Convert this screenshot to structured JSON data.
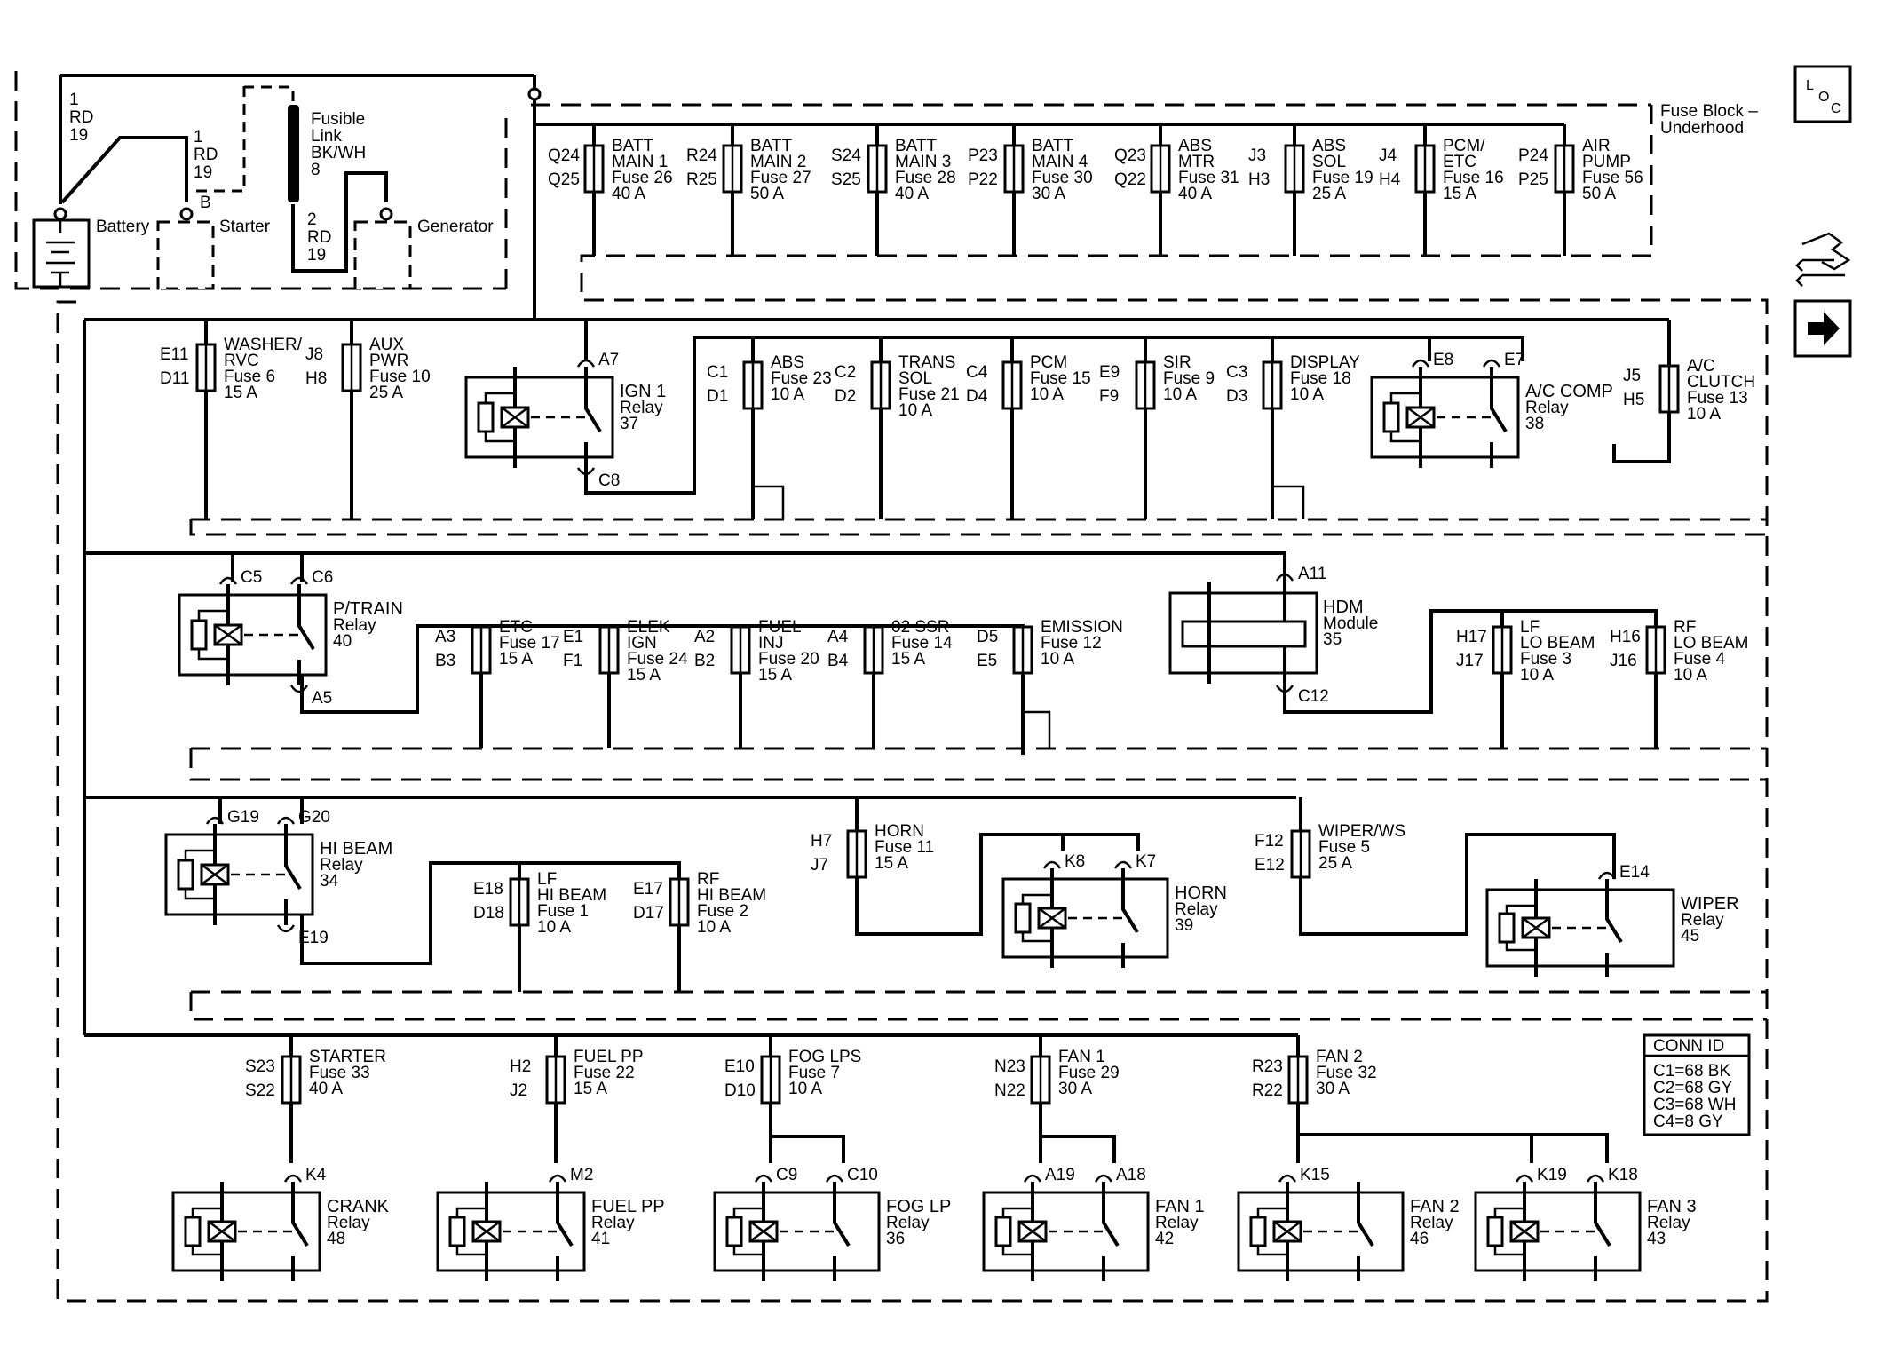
{
  "header": {
    "loc_icon": "loc-icon",
    "fuse_block_label": "Fuse Block –",
    "fuse_block_label_2": "Underhood"
  },
  "power": {
    "battery": "Battery",
    "starter": "Starter",
    "generator": "Generator",
    "fusible_link_1": "Fusible",
    "fusible_link_2": "Link",
    "fusible_link_3": "BK/WH",
    "fusible_link_4": "8",
    "wire_a_1": "1",
    "wire_a_2": "RD",
    "wire_a_3": "19",
    "wire_b_1": "1",
    "wire_b_2": "RD",
    "wire_b_3": "19",
    "wire_c_1": "2",
    "wire_c_2": "RD",
    "wire_c_3": "19",
    "starter_term": "B"
  },
  "top_fuses": [
    {
      "in": "Q24",
      "out": "Q25",
      "l1": "BATT",
      "l2": "MAIN 1",
      "l3": "Fuse 26",
      "l4": "40 A"
    },
    {
      "in": "R24",
      "out": "R25",
      "l1": "BATT",
      "l2": "MAIN 2",
      "l3": "Fuse 27",
      "l4": "50 A"
    },
    {
      "in": "S24",
      "out": "S25",
      "l1": "BATT",
      "l2": "MAIN 3",
      "l3": "Fuse 28",
      "l4": "40 A"
    },
    {
      "in": "P23",
      "out": "P22",
      "l1": "BATT",
      "l2": "MAIN 4",
      "l3": "Fuse 30",
      "l4": "30 A"
    },
    {
      "in": "Q23",
      "out": "Q22",
      "l1": "ABS",
      "l2": "MTR",
      "l3": "Fuse 31",
      "l4": "40 A"
    },
    {
      "in": "J3",
      "out": "H3",
      "l1": "ABS",
      "l2": "SOL",
      "l3": "Fuse 19",
      "l4": "25 A"
    },
    {
      "in": "J4",
      "out": "H4",
      "l1": "PCM/",
      "l2": "ETC",
      "l3": "Fuse 16",
      "l4": "15 A"
    },
    {
      "in": "P24",
      "out": "P25",
      "l1": "AIR",
      "l2": "PUMP",
      "l3": "Fuse 56",
      "l4": "50 A"
    }
  ],
  "row1": {
    "washer": {
      "in": "E11",
      "out": "D11",
      "l1": "WASHER/",
      "l2": "RVC",
      "l3": "Fuse 6",
      "l4": "15 A"
    },
    "aux": {
      "in": "J8",
      "out": "H8",
      "l1": "AUX",
      "l2": "PWR",
      "l3": "Fuse 10",
      "l4": "25 A"
    },
    "ign_relay": {
      "l1": "IGN 1",
      "l2": "Relay",
      "l3": "37",
      "p1": "A7",
      "p2": "C8"
    },
    "abs": {
      "in": "C1",
      "out": "D1",
      "l1": "ABS",
      "l2": "Fuse 23",
      "l3": "10 A"
    },
    "trans": {
      "in": "C2",
      "out": "D2",
      "l1": "TRANS",
      "l2": "SOL",
      "l3": "Fuse 21",
      "l4": "10 A"
    },
    "pcm": {
      "in": "C4",
      "out": "D4",
      "l1": "PCM",
      "l2": "Fuse 15",
      "l3": "10 A"
    },
    "sir": {
      "in": "E9",
      "out": "F9",
      "l1": "SIR",
      "l2": "Fuse 9",
      "l3": "10 A"
    },
    "display": {
      "in": "C3",
      "out": "D3",
      "l1": "DISPLAY",
      "l2": "Fuse 18",
      "l3": "10 A"
    },
    "ac_comp_relay": {
      "l1": "A/C COMP",
      "l2": "Relay",
      "l3": "38",
      "p1": "E8",
      "p2": "E7"
    },
    "ac_clutch": {
      "in": "J5",
      "out": "H5",
      "l1": "A/C",
      "l2": "CLUTCH",
      "l3": "Fuse 13",
      "l4": "10 A"
    }
  },
  "row2": {
    "ptrain_relay": {
      "l1": "P/TRAIN",
      "l2": "Relay",
      "l3": "40",
      "p1": "C5",
      "p2": "C6",
      "p3": "A5"
    },
    "etc": {
      "in": "A3",
      "out": "B3",
      "l1": "ETC",
      "l2": "Fuse 17",
      "l3": "15 A"
    },
    "elek": {
      "in": "E1",
      "out": "F1",
      "l1": "ELEK",
      "l2": "IGN",
      "l3": "Fuse 24",
      "l4": "15 A"
    },
    "fuel_inj": {
      "in": "A2",
      "out": "B2",
      "l1": "FUEL",
      "l2": "INJ",
      "l3": "Fuse 20",
      "l4": "15 A"
    },
    "o2": {
      "in": "A4",
      "out": "B4",
      "l1": "02 SSR",
      "l2": "Fuse 14",
      "l3": "15 A"
    },
    "emission": {
      "in": "D5",
      "out": "E5",
      "l1": "EMISSION",
      "l2": "Fuse 12",
      "l3": "10 A"
    },
    "hdm": {
      "l1": "HDM",
      "l2": "Module",
      "l3": "35",
      "p1": "A11",
      "p2": "C12"
    },
    "lf_lo": {
      "in": "H17",
      "out": "J17",
      "l1": "LF",
      "l2": "LO BEAM",
      "l3": "Fuse 3",
      "l4": "10 A"
    },
    "rf_lo": {
      "in": "H16",
      "out": "J16",
      "l1": "RF",
      "l2": "LO BEAM",
      "l3": "Fuse 4",
      "l4": "10 A"
    }
  },
  "row3": {
    "hibeam_relay": {
      "l1": "HI BEAM",
      "l2": "Relay",
      "l3": "34",
      "p1": "G19",
      "p2": "G20",
      "p3": "E19"
    },
    "lf_hi": {
      "in": "E18",
      "out": "D18",
      "l1": "LF",
      "l2": "HI BEAM",
      "l3": "Fuse 1",
      "l4": "10 A"
    },
    "rf_hi": {
      "in": "E17",
      "out": "D17",
      "l1": "RF",
      "l2": "HI BEAM",
      "l3": "Fuse 2",
      "l4": "10 A"
    },
    "horn_fuse": {
      "in": "H7",
      "out": "J7",
      "l1": "HORN",
      "l2": "Fuse 11",
      "l3": "15 A"
    },
    "horn_relay": {
      "l1": "HORN",
      "l2": "Relay",
      "l3": "39",
      "p1": "K8",
      "p2": "K7"
    },
    "wiper_fuse": {
      "in": "F12",
      "out": "E12",
      "l1": "WIPER/WS",
      "l2": "Fuse 5",
      "l3": "25 A"
    },
    "wiper_relay": {
      "l1": "WIPER",
      "l2": "Relay",
      "l3": "45",
      "p1": "E14"
    }
  },
  "row4": {
    "starter_fuse": {
      "in": "S23",
      "out": "S22",
      "l1": "STARTER",
      "l2": "Fuse 33",
      "l3": "40 A"
    },
    "fuelpp_fuse": {
      "in": "H2",
      "out": "J2",
      "l1": "FUEL PP",
      "l2": "Fuse 22",
      "l3": "15 A"
    },
    "fog_fuse": {
      "in": "E10",
      "out": "D10",
      "l1": "FOG LPS",
      "l2": "Fuse 7",
      "l3": "10 A"
    },
    "fan1_fuse": {
      "in": "N23",
      "out": "N22",
      "l1": "FAN 1",
      "l2": "Fuse 29",
      "l3": "30 A"
    },
    "fan2_fuse": {
      "in": "R23",
      "out": "R22",
      "l1": "FAN 2",
      "l2": "Fuse 32",
      "l3": "30 A"
    },
    "crank_relay": {
      "l1": "CRANK",
      "l2": "Relay",
      "l3": "48",
      "p1": "K4"
    },
    "fuelpp_relay": {
      "l1": "FUEL PP",
      "l2": "Relay",
      "l3": "41",
      "p1": "M2"
    },
    "foglp_relay": {
      "l1": "FOG LP",
      "l2": "Relay",
      "l3": "36",
      "p1": "C9",
      "p2": "C10"
    },
    "fan1_relay": {
      "l1": "FAN 1",
      "l2": "Relay",
      "l3": "42",
      "p1": "A19",
      "p2": "A18"
    },
    "fan2_relay": {
      "l1": "FAN 2",
      "l2": "Relay",
      "l3": "46",
      "p1": "K15"
    },
    "fan3_relay": {
      "l1": "FAN 3",
      "l2": "Relay",
      "l3": "43",
      "p1": "K19",
      "p2": "K18"
    }
  },
  "conn_id": {
    "title": "CONN ID",
    "c1": "C1=68 BK",
    "c2": "C2=68 GY",
    "c3": "C3=68 WH",
    "c4": "C4=8 GY"
  },
  "side_icons": [
    "loc-icon",
    "harness-icon",
    "arrow-right-icon"
  ]
}
